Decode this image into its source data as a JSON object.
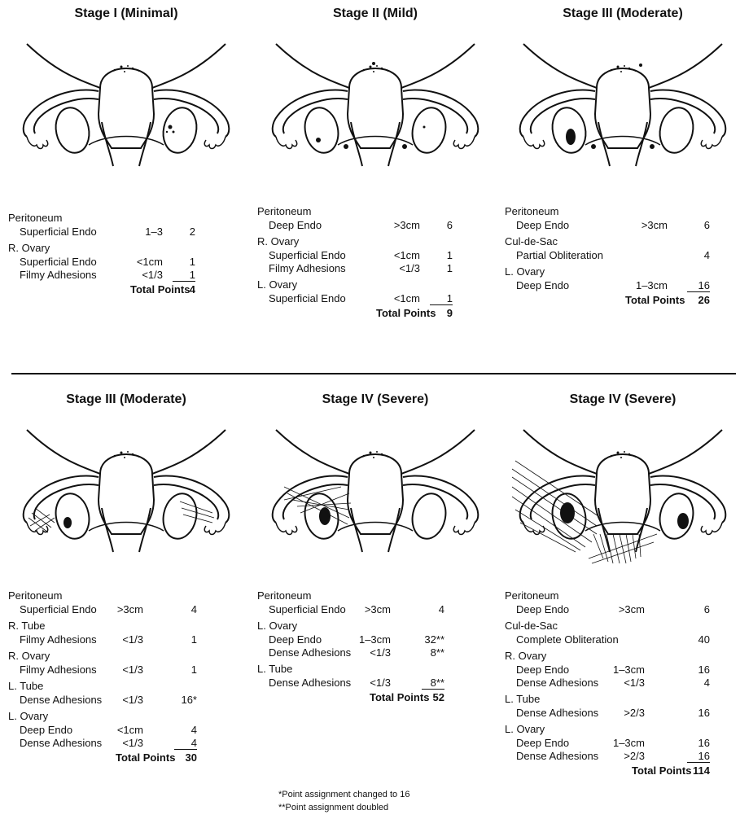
{
  "panels": [
    {
      "title": "Stage I (Minimal)",
      "rows": [
        {
          "kind": "head",
          "label": "Peritoneum"
        },
        {
          "kind": "item",
          "label": "Superficial Endo",
          "size": "1–3",
          "points": "2"
        },
        {
          "kind": "head",
          "label": "R. Ovary"
        },
        {
          "kind": "item",
          "label": "Superficial Endo",
          "size": "<1cm",
          "points": "1"
        },
        {
          "kind": "item",
          "label": "Filmy Adhesions",
          "size": "<1/3",
          "points": "1",
          "underline": true
        }
      ],
      "total_label": "Total Points",
      "total": "4"
    },
    {
      "title": "Stage II (Mild)",
      "rows": [
        {
          "kind": "head",
          "label": "Peritoneum"
        },
        {
          "kind": "item",
          "label": "Deep Endo",
          "size": ">3cm",
          "points": "6"
        },
        {
          "kind": "head",
          "label": "R. Ovary"
        },
        {
          "kind": "item",
          "label": "Superficial Endo",
          "size": "<1cm",
          "points": "1"
        },
        {
          "kind": "item",
          "label": "Filmy Adhesions",
          "size": "<1/3",
          "points": "1"
        },
        {
          "kind": "head",
          "label": "L. Ovary"
        },
        {
          "kind": "item",
          "label": "Superficial Endo",
          "size": "<1cm",
          "points": "1",
          "underline": true
        }
      ],
      "total_label": "Total Points",
      "total": "9"
    },
    {
      "title": "Stage III (Moderate)",
      "rows": [
        {
          "kind": "head",
          "label": "Peritoneum"
        },
        {
          "kind": "item",
          "label": "Deep Endo",
          "size": ">3cm",
          "points": "6"
        },
        {
          "kind": "head",
          "label": "Cul-de-Sac"
        },
        {
          "kind": "item",
          "label": "Partial Obliteration",
          "size": "",
          "points": "4"
        },
        {
          "kind": "head",
          "label": "L. Ovary"
        },
        {
          "kind": "item",
          "label": "Deep Endo",
          "size": "1–3cm",
          "points": "16",
          "underline": true
        }
      ],
      "total_label": "Total Points",
      "total": "26"
    },
    {
      "title": "Stage III (Moderate)",
      "rows": [
        {
          "kind": "head",
          "label": "Peritoneum"
        },
        {
          "kind": "item",
          "label": "Superficial Endo",
          "size": ">3cm",
          "points": "4"
        },
        {
          "kind": "head",
          "label": "R. Tube"
        },
        {
          "kind": "item",
          "label": "Filmy Adhesions",
          "size": "<1/3",
          "points": "1"
        },
        {
          "kind": "head",
          "label": "R. Ovary"
        },
        {
          "kind": "item",
          "label": "Filmy Adhesions",
          "size": "<1/3",
          "points": "1"
        },
        {
          "kind": "head",
          "label": "L. Tube"
        },
        {
          "kind": "item",
          "label": "Dense Adhesions",
          "size": "<1/3",
          "points": "16*"
        },
        {
          "kind": "head",
          "label": "L. Ovary"
        },
        {
          "kind": "item",
          "label": "Deep Endo",
          "size": "<1cm",
          "points": "4"
        },
        {
          "kind": "item",
          "label": "Dense Adhesions",
          "size": "<1/3",
          "points": "4",
          "underline": true
        }
      ],
      "total_label": "Total Points",
      "total": "30"
    },
    {
      "title": "Stage IV (Severe)",
      "rows": [
        {
          "kind": "head",
          "label": "Peritoneum"
        },
        {
          "kind": "item",
          "label": "Superficial Endo",
          "size": ">3cm",
          "points": "4"
        },
        {
          "kind": "head",
          "label": "L. Ovary"
        },
        {
          "kind": "item",
          "label": "Deep Endo",
          "size": "1–3cm",
          "points": "32**"
        },
        {
          "kind": "item",
          "label": "Dense Adhesions",
          "size": "<1/3",
          "points": "8**"
        },
        {
          "kind": "head",
          "label": "L. Tube"
        },
        {
          "kind": "item",
          "label": "Dense Adhesions",
          "size": "<1/3",
          "points": "8**",
          "underline": true
        }
      ],
      "total_label": "Total Points",
      "total": "52"
    },
    {
      "title": "Stage IV (Severe)",
      "rows": [
        {
          "kind": "head",
          "label": "Peritoneum"
        },
        {
          "kind": "item",
          "label": "Deep Endo",
          "size": ">3cm",
          "points": "6"
        },
        {
          "kind": "head",
          "label": "Cul-de-Sac"
        },
        {
          "kind": "item",
          "label": "Complete Obliteration",
          "size": "",
          "points": "40"
        },
        {
          "kind": "head",
          "label": "R. Ovary"
        },
        {
          "kind": "item",
          "label": "Deep Endo",
          "size": "1–3cm",
          "points": "16"
        },
        {
          "kind": "item",
          "label": "Dense Adhesions",
          "size": "<1/3",
          "points": "4"
        },
        {
          "kind": "head",
          "label": "L. Tube"
        },
        {
          "kind": "item",
          "label": "Dense Adhesions",
          "size": ">2/3",
          "points": "16"
        },
        {
          "kind": "head",
          "label": "L. Ovary"
        },
        {
          "kind": "item",
          "label": "Deep Endo",
          "size": "1–3cm",
          "points": "16"
        },
        {
          "kind": "item",
          "label": "Dense Adhesions",
          "size": ">2/3",
          "points": "16",
          "underline": true
        }
      ],
      "total_label": "Total Points",
      "total": "114"
    }
  ],
  "footnotes": [
    "*Point assignment changed to 16",
    "**Point assignment doubled"
  ]
}
